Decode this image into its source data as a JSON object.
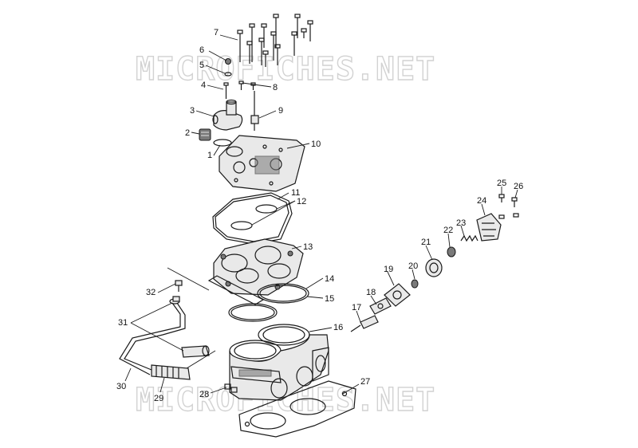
{
  "watermark": {
    "top": "MICROFICHES.NET",
    "bottom": "MICROFICHES.NET"
  },
  "callouts": [
    "1",
    "2",
    "3",
    "4",
    "5",
    "6",
    "7",
    "8",
    "9",
    "10",
    "11",
    "12",
    "13",
    "14",
    "15",
    "16",
    "17",
    "18",
    "19",
    "20",
    "21",
    "22",
    "23",
    "24",
    "25",
    "26",
    "27",
    "28",
    "29",
    "30",
    "31",
    "32"
  ],
  "colors": {
    "line": "#1a1a1a",
    "fill": "#e9e9e9",
    "watermark": "#d2d2d2"
  }
}
